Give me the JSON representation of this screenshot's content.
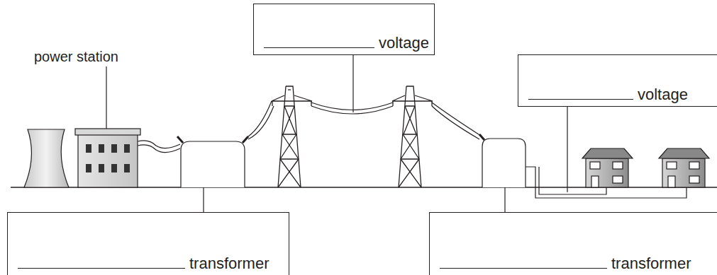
{
  "diagram": {
    "nodes": [
      {
        "text": [
          "voltage"
        ]
      },
      {
        "text": [
          "voltage"
        ]
      },
      {
        "text": [
          "transformer"
        ]
      },
      {
        "text": [
          "transformer"
        ]
      }
    ],
    "labels": [
      "power station"
    ]
  }
}
